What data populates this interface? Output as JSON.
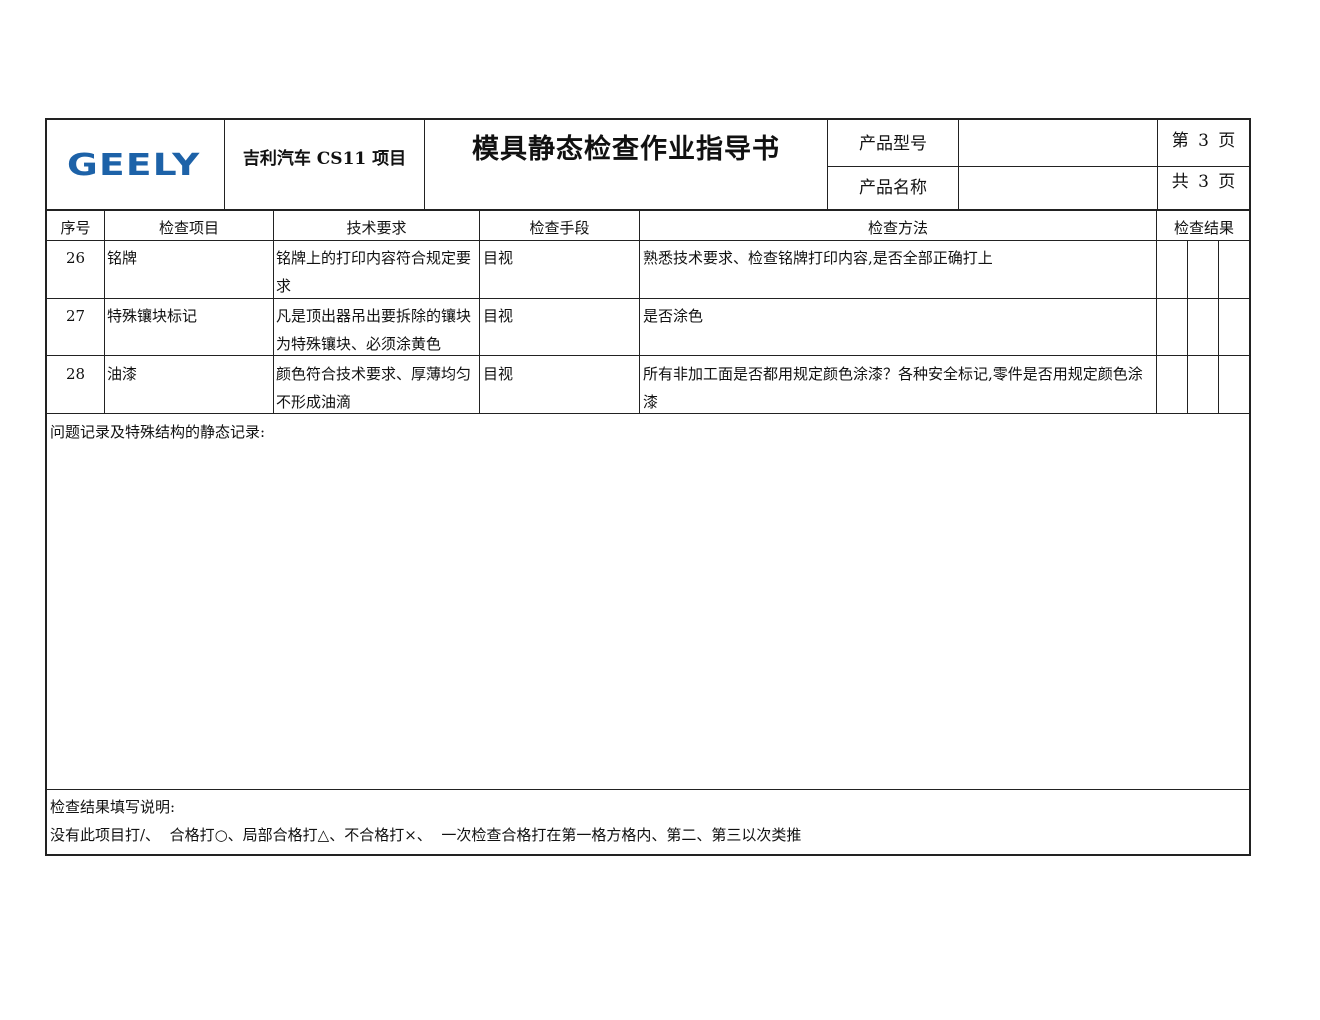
{
  "header": {
    "logo_text": "GEELY",
    "project": "吉利汽车 CS11 项目",
    "title": "模具静态检查作业指导书",
    "product_model_label": "产品型号",
    "product_model_value": "",
    "product_name_label": "产品名称",
    "product_name_value": "",
    "page_current": "第 3 页",
    "page_total": "共 3 页"
  },
  "table": {
    "columns": [
      "序号",
      "检查项目",
      "技术要求",
      "检查手段",
      "检查方法",
      "检查结果"
    ],
    "rows": [
      {
        "no": "26",
        "item": "铭牌",
        "requirement": "铭牌上的打印内容符合规定要求",
        "means": "目视",
        "method": "熟悉技术要求、检查铭牌打印内容,是否全部正确打上",
        "results": [
          "",
          "",
          ""
        ]
      },
      {
        "no": "27",
        "item": "特殊镶块标记",
        "requirement": "凡是顶出器吊出要拆除的镶块为特殊镶块、必须涂黄色",
        "means": "目视",
        "method": "是否涂色",
        "results": [
          "",
          "",
          ""
        ]
      },
      {
        "no": "28",
        "item": "油漆",
        "requirement": "颜色符合技术要求、厚薄均匀不形成油滴",
        "means": "目视",
        "method": "所有非加工面是否都用规定颜色涂漆？各种安全标记,零件是否用规定颜色涂漆",
        "results": [
          "",
          "",
          ""
        ]
      }
    ]
  },
  "issues": {
    "label": "问题记录及特殊结构的静态记录:"
  },
  "footer": {
    "line1": "检查结果填写说明:",
    "line2": "没有此项目打/、  合格打○、局部合格打△、不合格打×、  一次检查合格打在第一格方格内、第二、第三以次类推"
  }
}
